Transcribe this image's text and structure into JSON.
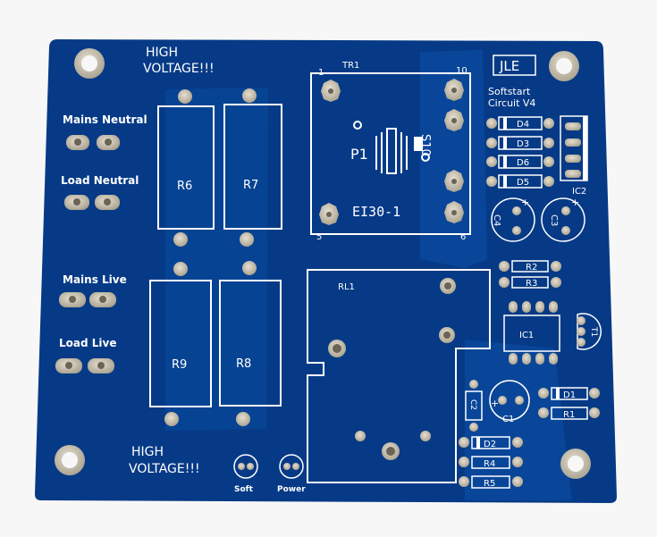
{
  "board": {
    "high_voltage_top": [
      "HIGH",
      "VOLTAGE!!!"
    ],
    "high_voltage_bottom": [
      "HIGH",
      "VOLTAGE!!!"
    ],
    "logo": "JLE",
    "title": [
      "Softstart",
      "Circuit V4"
    ],
    "colors": {
      "solder_mask": "#063a86",
      "silkscreen": "#ffffff",
      "pad": "#cfc7b4",
      "background": "#f7f7f7"
    }
  },
  "terminals": {
    "mains_neutral": "Mains Neutral",
    "load_neutral": "Load Neutral",
    "mains_live": "Mains Live",
    "load_live": "Load Live"
  },
  "resistors_power": {
    "r6": "R6",
    "r7": "R7",
    "r9": "R9",
    "r8": "R8"
  },
  "transformer": {
    "ref": "TR1",
    "part": "EI30-1",
    "primary": "P1",
    "secondary": "S10",
    "pin_1": "1",
    "pin_10": "10",
    "pin_5": "5",
    "pin_6": "6"
  },
  "relay": {
    "ref": "RL1"
  },
  "diodes": {
    "d4": "D4",
    "d3": "D3",
    "d6": "D6",
    "d5": "D5",
    "d1": "D1",
    "d2": "D2"
  },
  "ics": {
    "ic1": "IC1",
    "ic2": "IC2"
  },
  "capacitors": {
    "c4": "C4",
    "c3": "C3",
    "c1": "C1",
    "c2": "C2"
  },
  "resistors_small": {
    "r1": "R1",
    "r2": "R2",
    "r3": "R3",
    "r4": "R4",
    "r5": "R5"
  },
  "transistor": {
    "ref": "T1"
  },
  "leds": {
    "soft": "Soft",
    "power": "Power"
  },
  "polarity": "+"
}
